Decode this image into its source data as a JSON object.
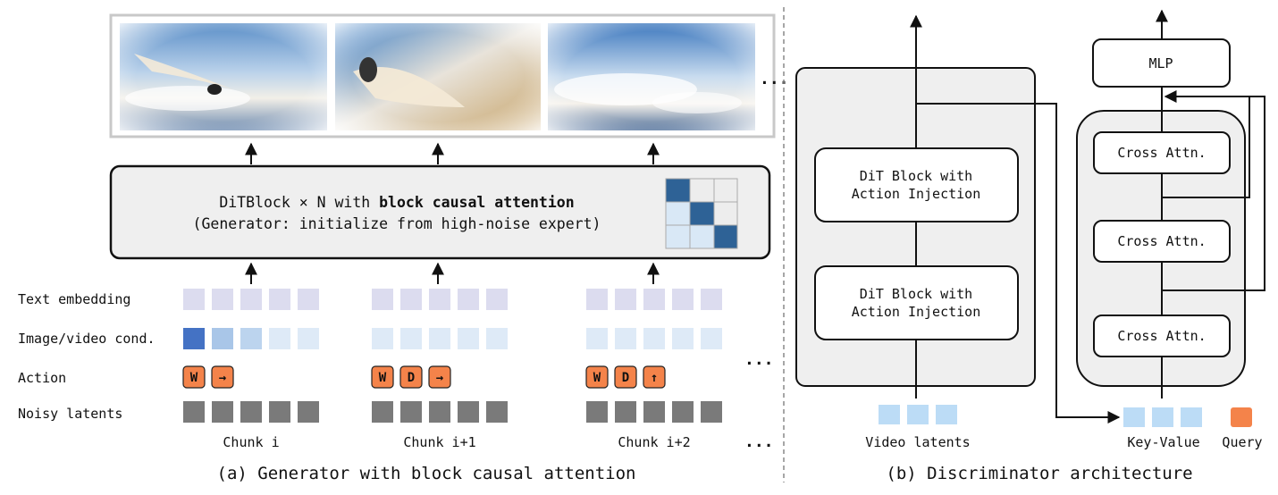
{
  "generator": {
    "main_block": {
      "line1_prefix": "DiTBlock × N with ",
      "line1_bold": "block causal attention",
      "line2": "(Generator: initialize from high-noise expert)"
    },
    "row_labels": {
      "text": "Text embedding",
      "image": "Image/video cond.",
      "action": "Action",
      "noisy": "Noisy latents"
    },
    "chunks": [
      {
        "label": "Chunk i",
        "keys": [
          "W",
          "→"
        ]
      },
      {
        "label": "Chunk i+1",
        "keys": [
          "W",
          "D",
          "→"
        ]
      },
      {
        "label": "Chunk i+2",
        "keys": [
          "W",
          "D",
          "↑"
        ]
      }
    ],
    "ellipsis": "...",
    "caption": "(a) Generator with block causal attention"
  },
  "discriminator": {
    "dit_block_line1": "DiT Block with",
    "dit_block_line2": "Action Injection",
    "mlp": "MLP",
    "cross_attn": "Cross Attn.",
    "video_latents": "Video latents",
    "key_value": "Key-Value",
    "query": "Query",
    "caption": "(b) Discriminator architecture"
  },
  "colors": {
    "text_token": "#dcdcef",
    "image_token_dark": "#4472c4",
    "image_token_mid": "#a9c6e8",
    "image_token_light": "#deeaf7",
    "action_key": "#f4834a",
    "noisy_latent": "#7a7a7a",
    "panel_fill": "#efefef",
    "mask_dark": "#2e6296",
    "mask_light": "#d9e8f6",
    "query_token": "#f4834a",
    "kv_token": "#bcdcf6"
  }
}
